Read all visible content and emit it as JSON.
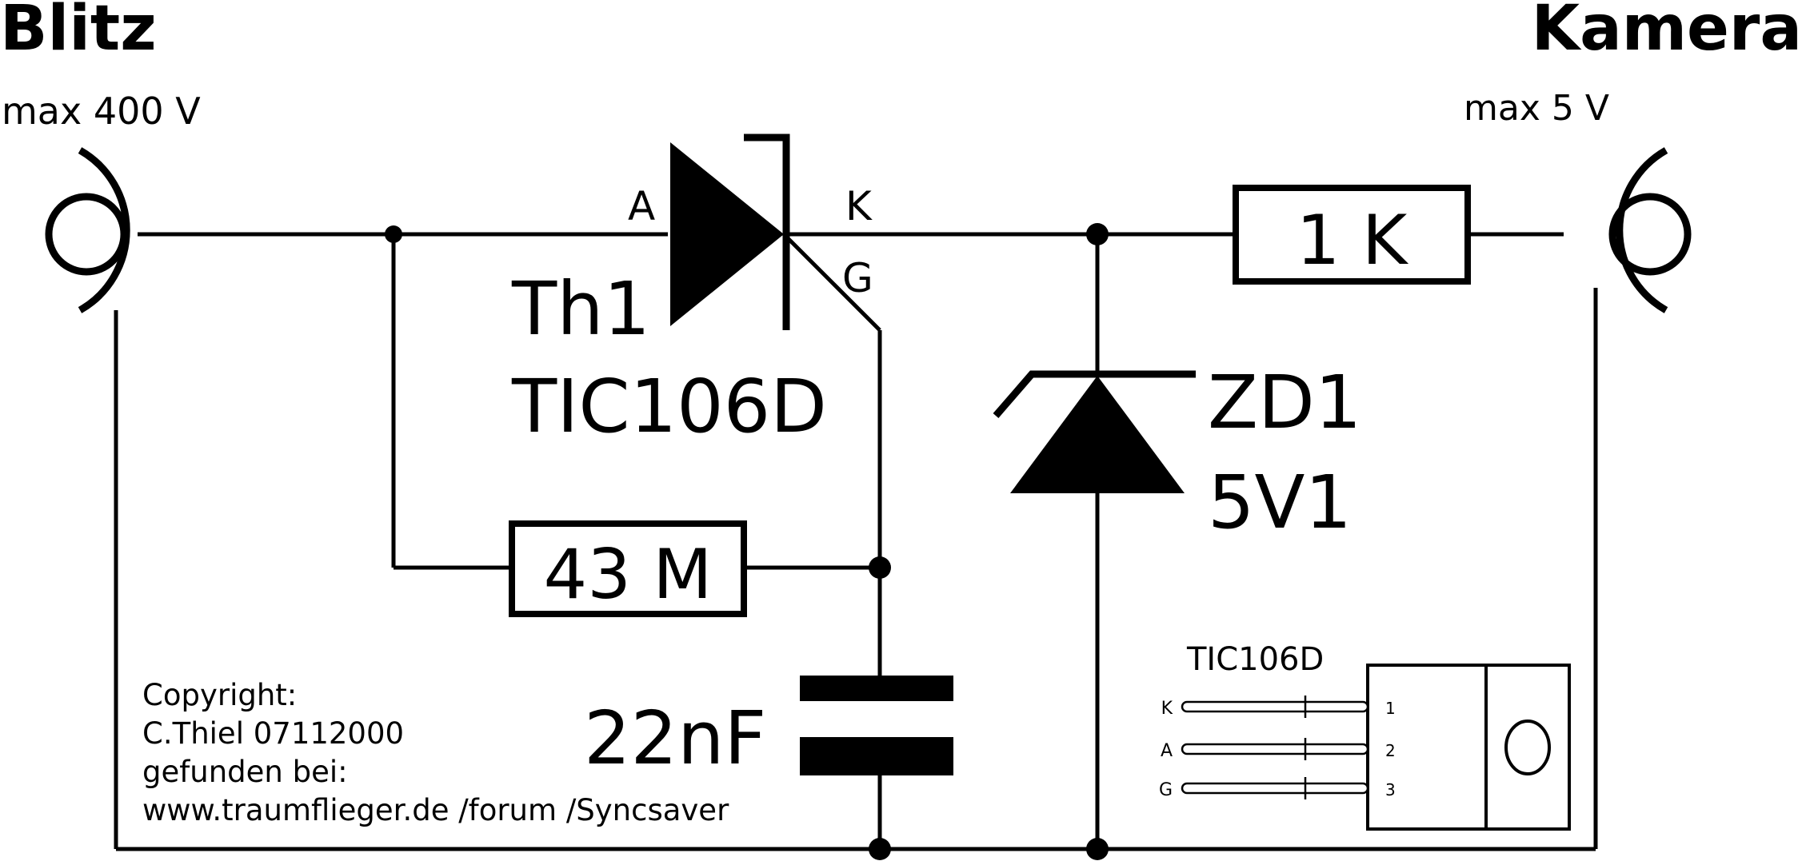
{
  "labels": {
    "left_title": "Blitz",
    "left_sub": "max 400 V",
    "right_title": "Kamera",
    "right_sub": "max 5 V",
    "pin_a": "A",
    "pin_k": "K",
    "pin_g": "G",
    "thyristor_name": "Th1",
    "thyristor_type": "TIC106D",
    "resistor_top": "1 K",
    "resistor_mid": "43 M",
    "zener_name": "ZD1",
    "zener_value": "5V1",
    "capacitor": "22nF",
    "copyright": [
      "Copyright:",
      "C.Thiel 07112000",
      "gefunden bei:",
      "www.traumflieger.de /forum /Syncsaver"
    ]
  },
  "package": {
    "title": "TIC106D",
    "pins": [
      {
        "label": "K",
        "number": "1"
      },
      {
        "label": "A",
        "number": "2"
      },
      {
        "label": "G",
        "number": "3"
      }
    ]
  }
}
